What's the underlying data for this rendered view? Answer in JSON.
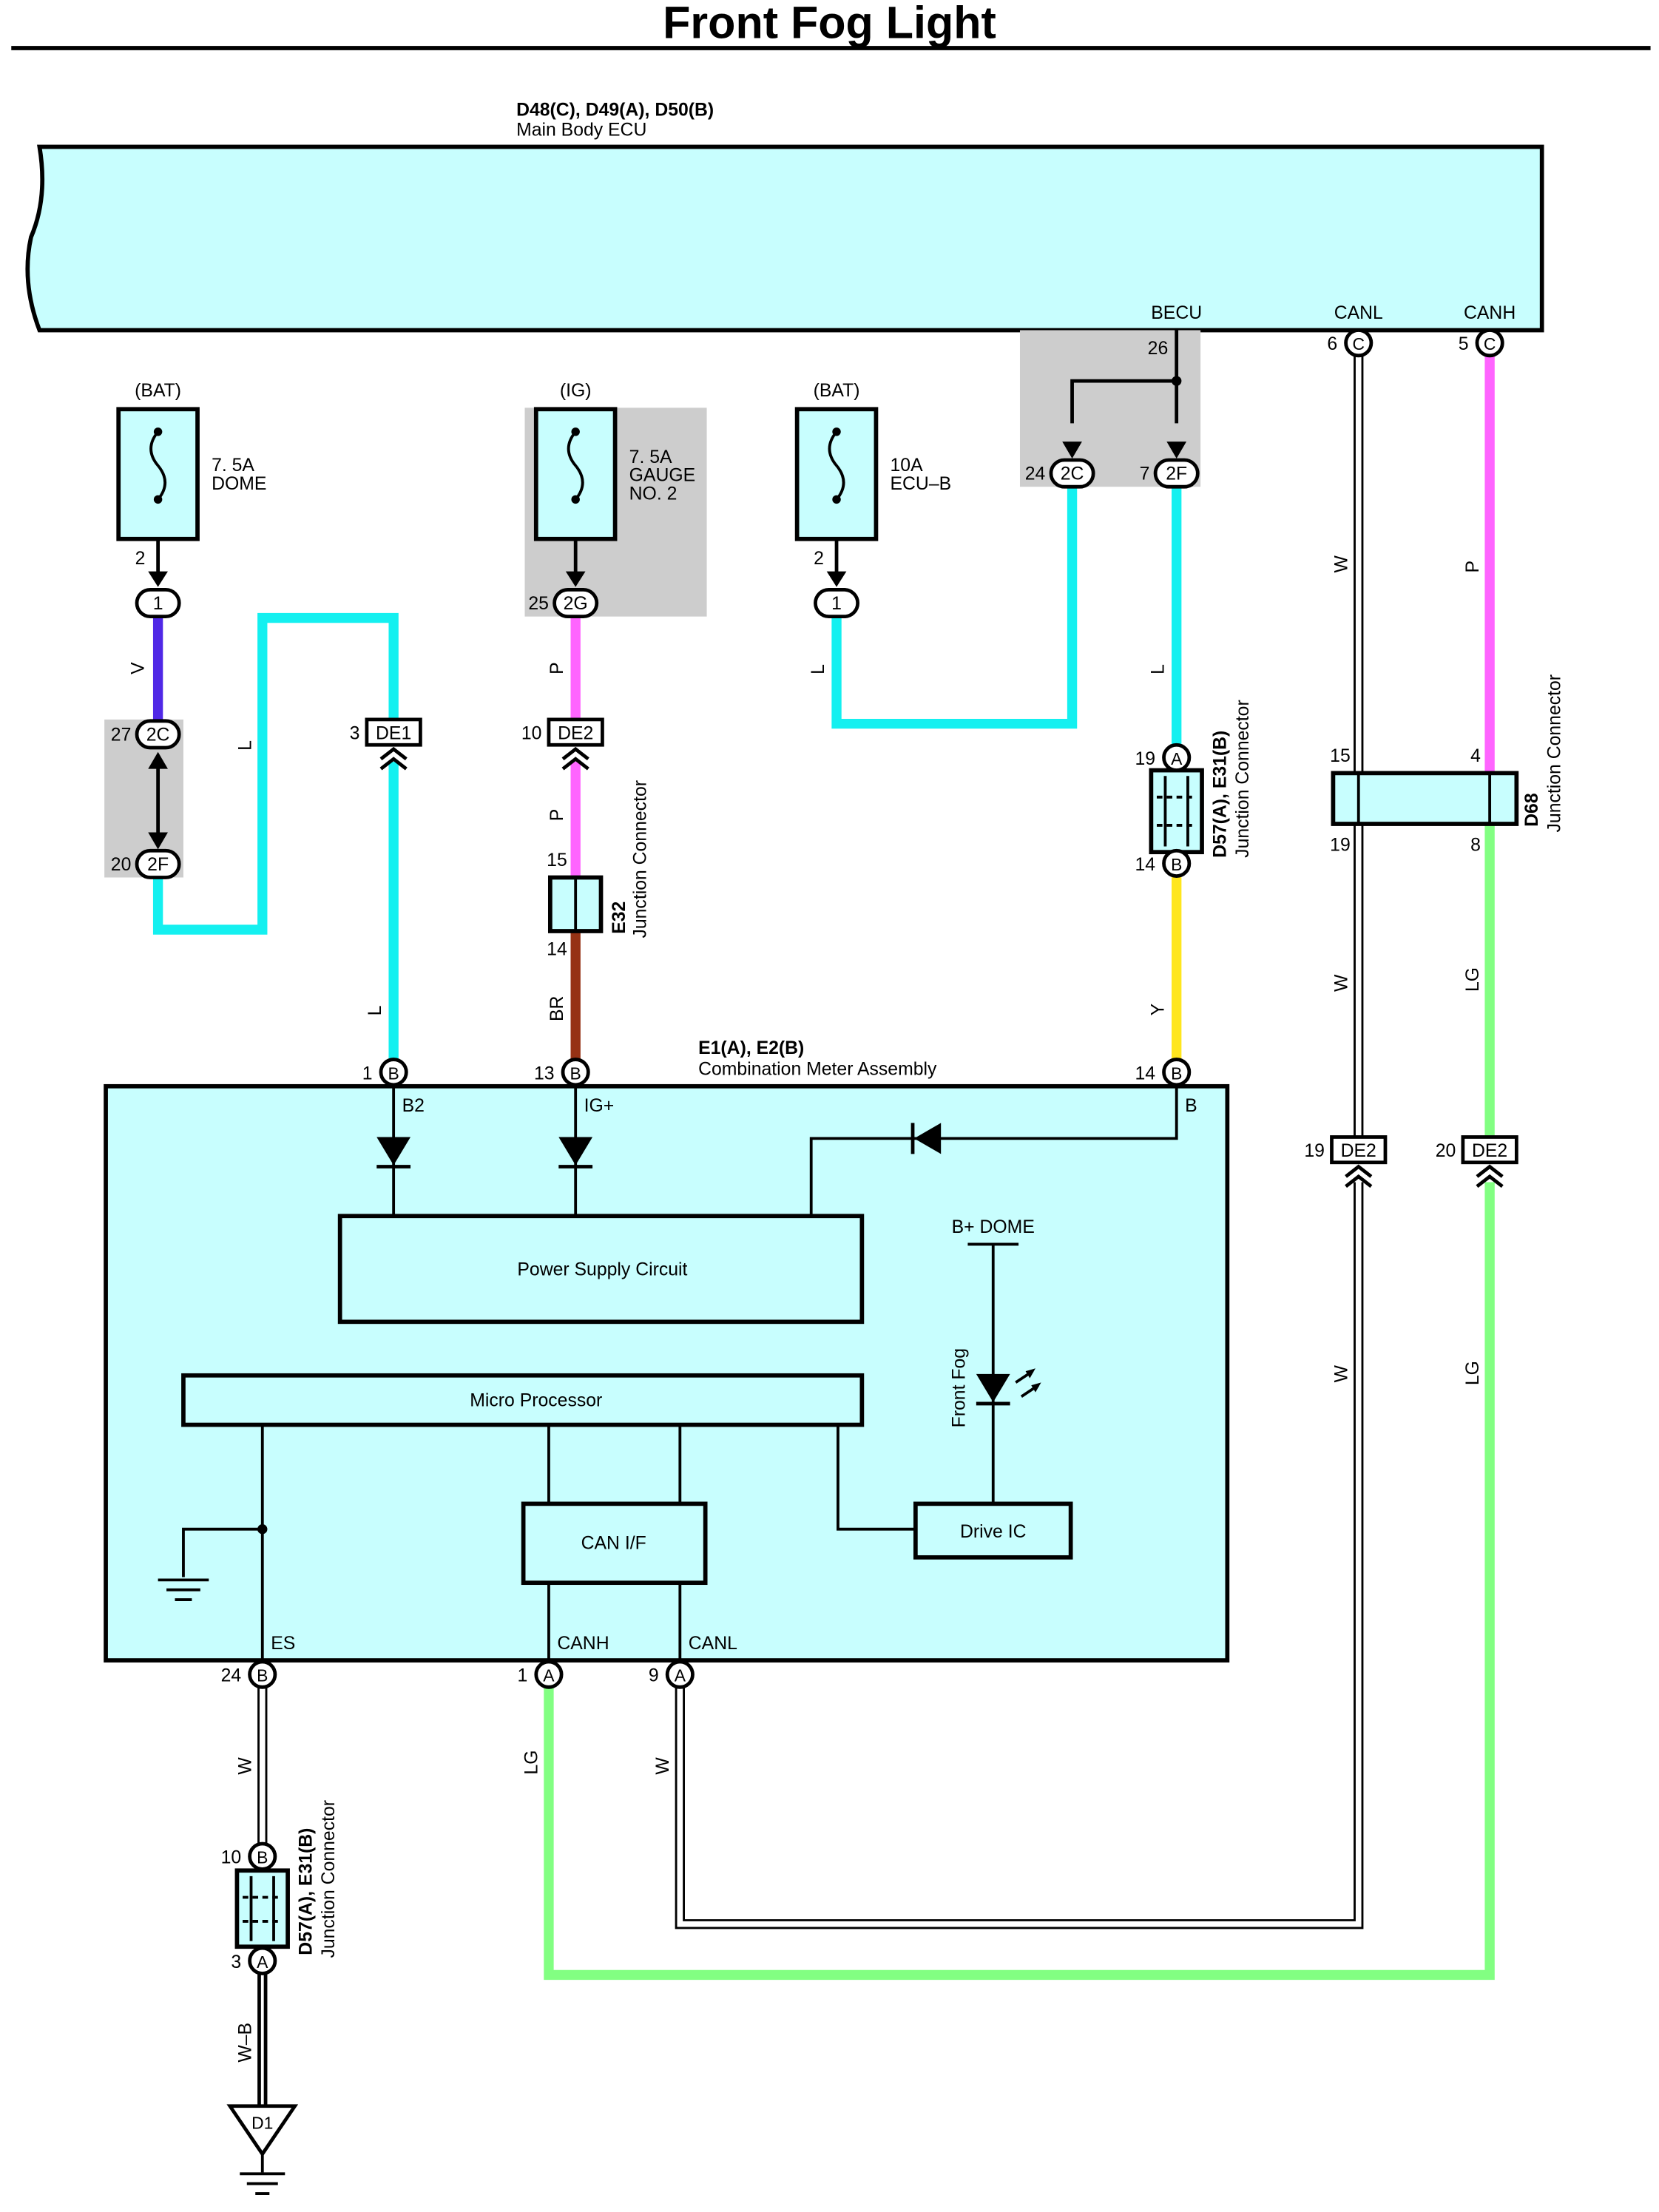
{
  "title": "Front Fog Light",
  "ecu": {
    "codes": "D48(C), D49(A), D50(B)",
    "name": "Main Body ECU",
    "pins": [
      "BECU",
      "CANL",
      "CANH"
    ]
  },
  "fuses": [
    {
      "supply": "(BAT)",
      "rating": "7. 5A",
      "name1": "DOME",
      "name2": ""
    },
    {
      "supply": "(IG)",
      "rating": "7. 5A",
      "name1": "GAUGE",
      "name2": "NO. 2"
    },
    {
      "supply": "(BAT)",
      "rating": "10A",
      "name1": "ECU–B",
      "name2": ""
    }
  ],
  "connectors": {
    "c1": "1",
    "c2c": "2C",
    "c2f": "2F",
    "c2g": "2G",
    "de1": "DE1",
    "de2": "DE2",
    "a": "A",
    "b": "B",
    "c": "C",
    "d1": "D1"
  },
  "pin_numbers": {
    "p2": "2",
    "p27": "27",
    "p20": "20",
    "p3": "3",
    "p25": "25",
    "p10": "10",
    "p15": "15",
    "p14": "14",
    "p13": "13",
    "p1": "1",
    "p26": "26",
    "p24": "24",
    "p7": "7",
    "p19": "19",
    "p6": "6",
    "p5": "5",
    "p4": "4",
    "p8": "8",
    "p9": "9"
  },
  "wire_colors": {
    "v": "V",
    "l": "L",
    "p": "P",
    "br": "BR",
    "y": "Y",
    "w": "W",
    "lg": "LG",
    "wb": "W–B"
  },
  "junctions": {
    "e32_code": "E32",
    "d57_code": "D57(A), E31(B)",
    "d68_code": "D68",
    "jc_label": "Junction Connector"
  },
  "meter": {
    "codes": "E1(A), E2(B)",
    "name": "Combination Meter Assembly",
    "b2": "B2",
    "igplus": "IG+",
    "b": "B",
    "bdome": "B+ DOME",
    "frontfog": "Front Fog",
    "psc": "Power Supply Circuit",
    "mp": "Micro Processor",
    "canif": "CAN I/F",
    "driveic": "Drive IC",
    "es": "ES",
    "canh": "CANH",
    "canl": "CANL"
  },
  "colors": {
    "cyan": "#14f0f0",
    "violet": "#5028e6",
    "pink": "#ff64ff",
    "brown": "#963214",
    "yellow": "#ffe61e",
    "green": "#82ff82",
    "box": "#c8fefe",
    "shade": "#cdcdcd"
  }
}
